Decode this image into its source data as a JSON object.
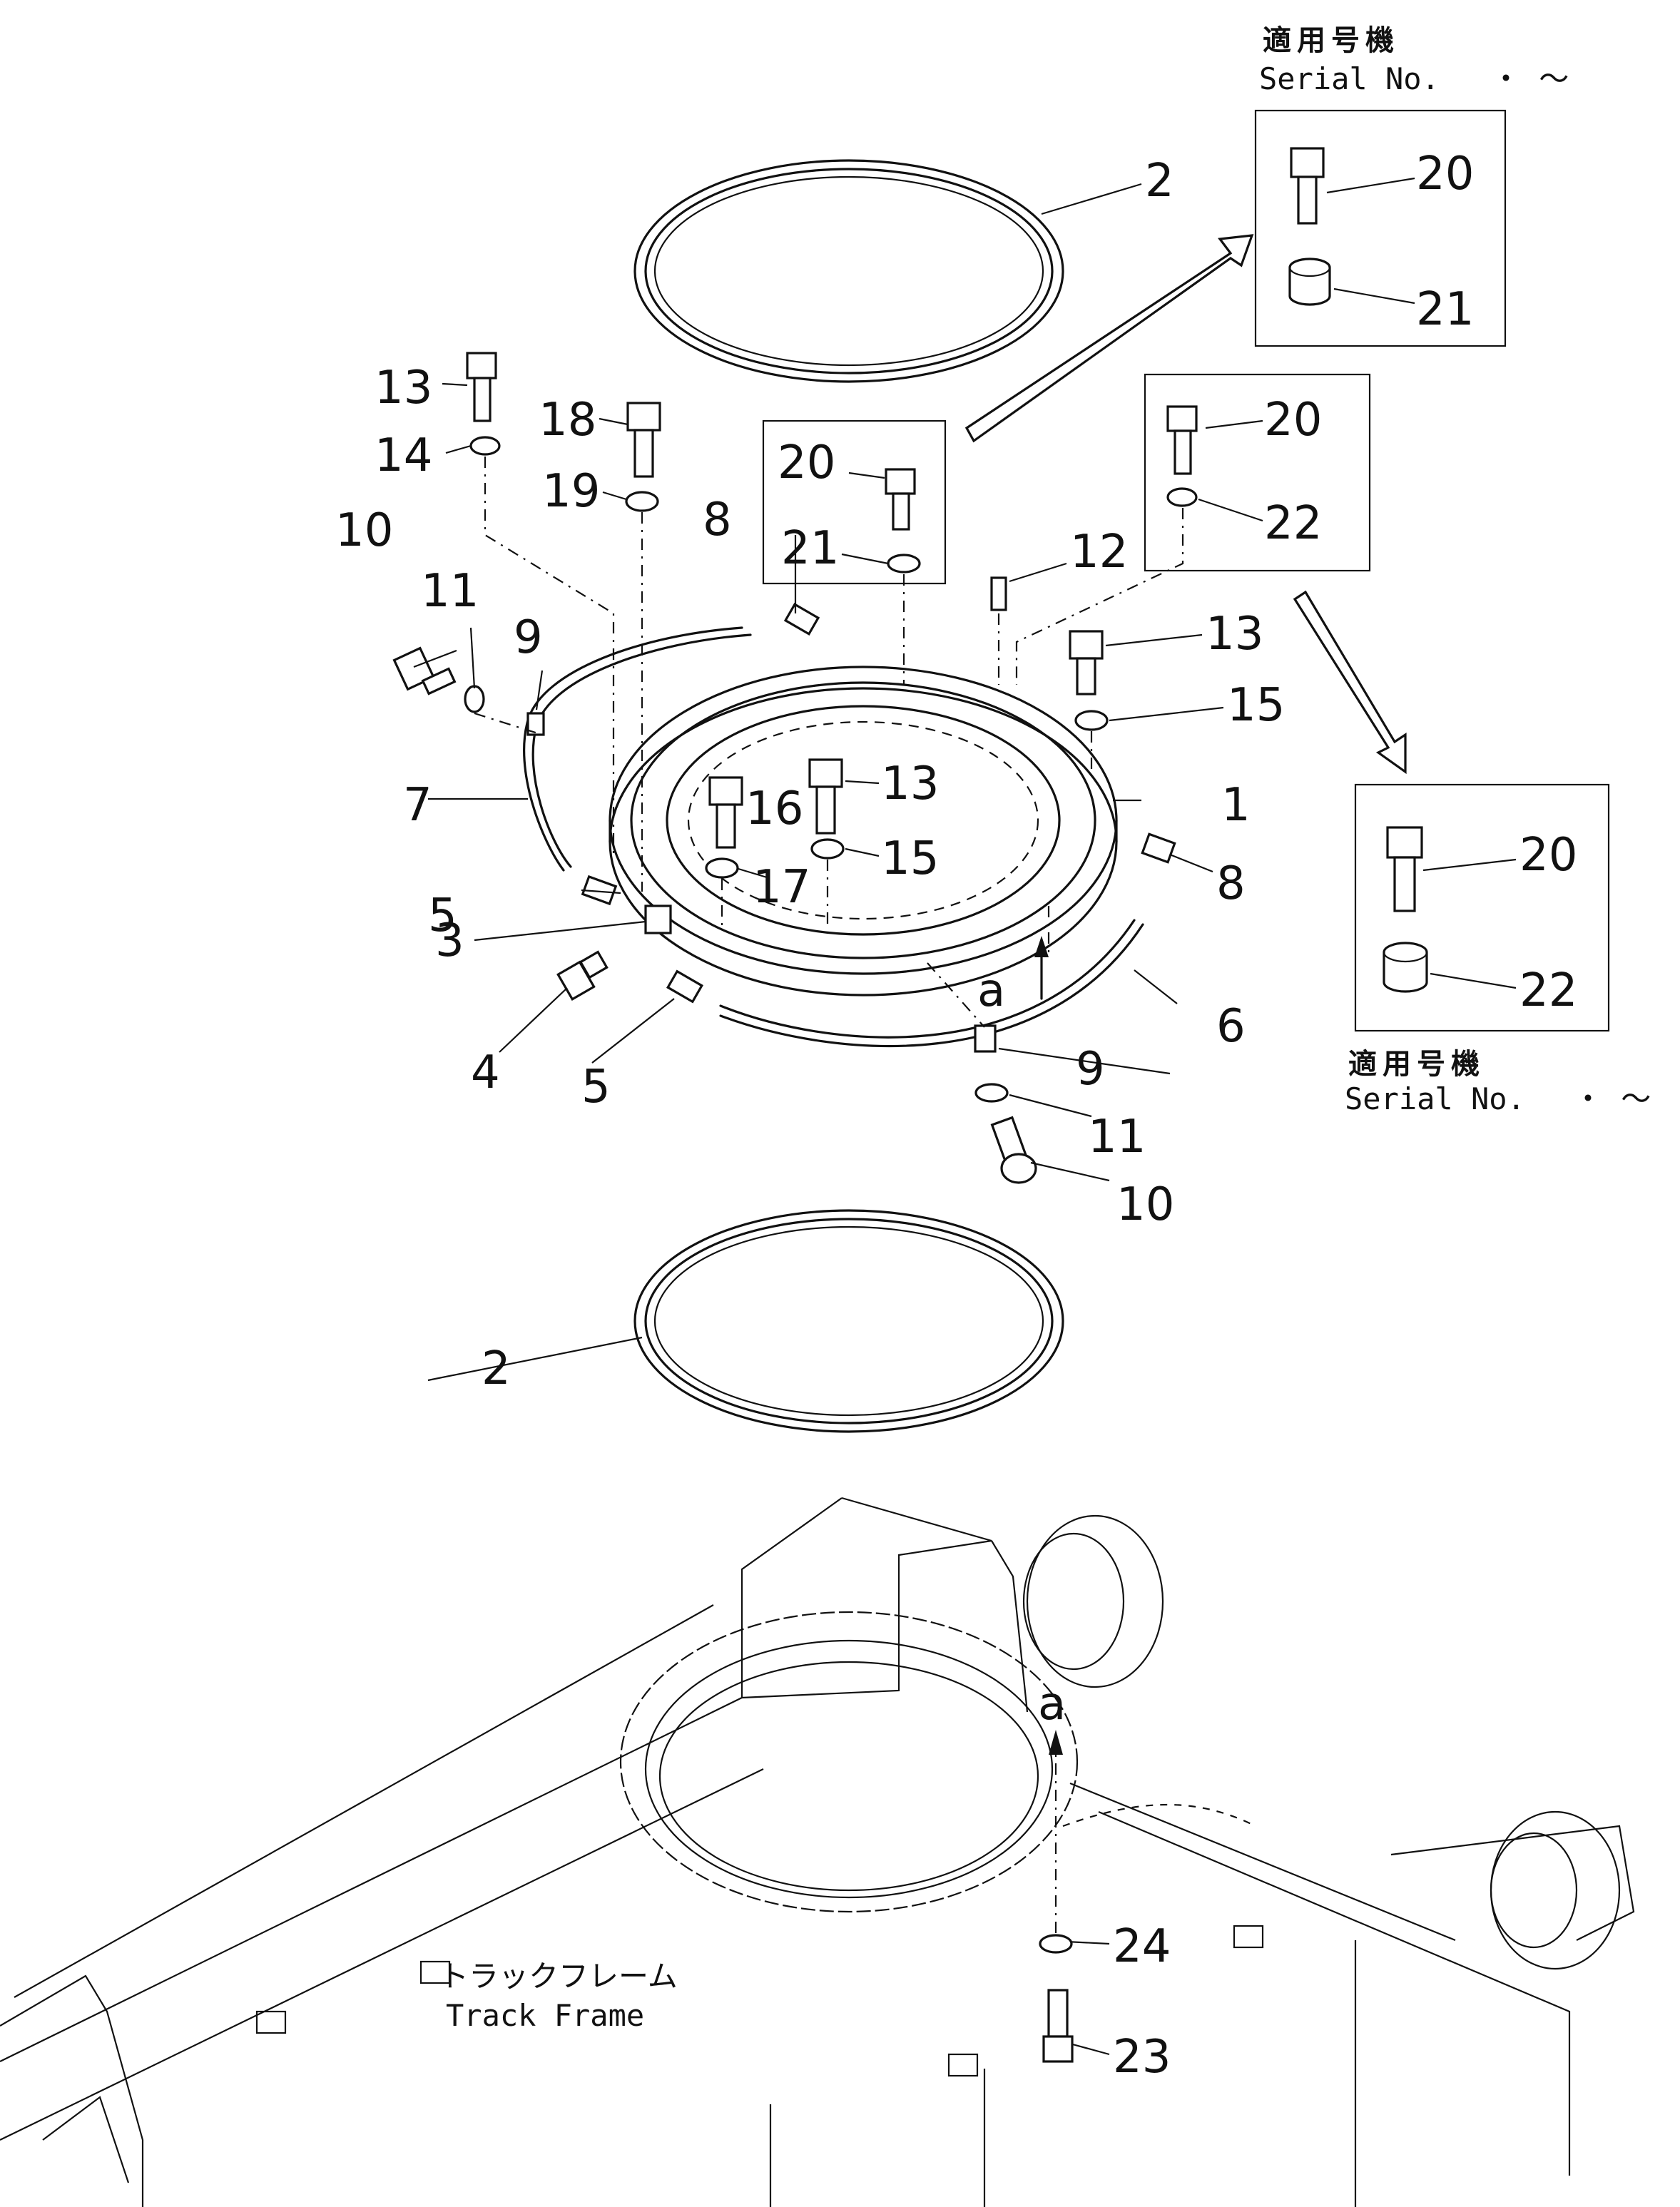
{
  "callouts": {
    "c1": "1",
    "c2_top": "2",
    "c2_bottom": "2",
    "c3": "3",
    "c4": "4",
    "c5_left": "5",
    "c5_bottom": "5",
    "c6": "6",
    "c7": "7",
    "c8_top": "8",
    "c8_right": "8",
    "c9_left": "9",
    "c9_bottom": "9",
    "c10_left": "10",
    "c10_bottom": "10",
    "c11_left": "11",
    "c11_bottom": "11",
    "c12": "12",
    "c13_top": "13",
    "c13_center": "13",
    "c13_right": "13",
    "c14": "14",
    "c15_right": "15",
    "c15_center": "15",
    "c16": "16",
    "c17": "17",
    "c18": "18",
    "c19": "19",
    "c20_box_top": "20",
    "c20_box_center": "20",
    "c20_box_right": "20",
    "c20_box_lower": "20",
    "c21_box_top": "21",
    "c21_box_center": "21",
    "c22_box_right": "22",
    "c22_box_lower": "22",
    "c23": "23",
    "c24": "24",
    "view_a_ring": "a",
    "view_a_frame": "a"
  },
  "serial_top": {
    "jp": "適用号機",
    "en": "Serial No.",
    "range": "・ ～"
  },
  "serial_bottom": {
    "jp": "適用号機",
    "en": "Serial No.",
    "range": "・ ～"
  },
  "track_frame": {
    "jp": "トラックフレーム",
    "en": "Track Frame"
  }
}
